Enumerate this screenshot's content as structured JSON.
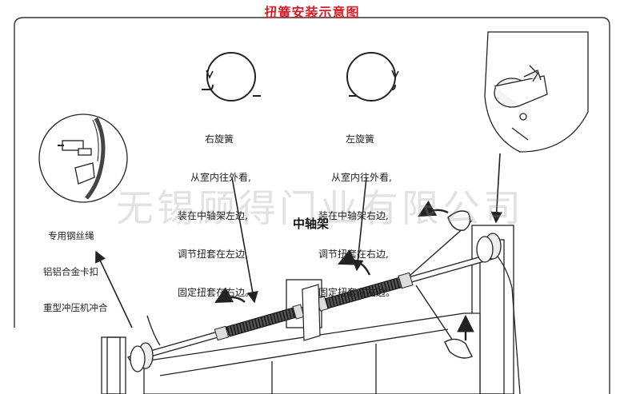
{
  "title": "扭簧安装示意图",
  "right_spring": {
    "lines": [
      "右旋簧",
      "从室内往外看,",
      "装在中轴架左边,",
      "调节扭套在左边,",
      "固定扭套在右边。"
    ]
  },
  "left_spring": {
    "lines": [
      "左旋簧",
      "从室内往外看,",
      "装在中轴架右边,",
      "调节扭套在右边,",
      "固定扭套在左边。"
    ]
  },
  "cable_note": {
    "lines": [
      "专用钢丝绳",
      "铝铝合金卡扣",
      "重型冲压机冲合"
    ]
  },
  "center_bracket_label": "中轴架",
  "watermark": "无锡顾得门业有限公司",
  "colors": {
    "title": "#d2202a",
    "line": "#222222",
    "spring": "#3a3a3a"
  }
}
